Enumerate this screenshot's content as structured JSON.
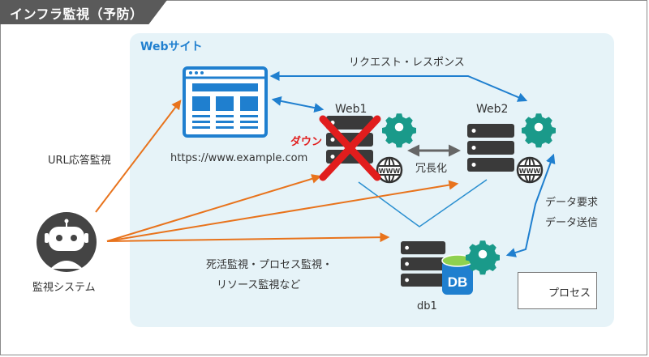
{
  "title": "インフラ監視（予防）",
  "website_label": "Webサイト",
  "request_response_label": "リクエスト・レスポンス",
  "web1_label": "Web1",
  "web2_label": "Web2",
  "down_label": "ダウン",
  "url_label": "https://www.example.com",
  "redundancy_label": "冗長化",
  "data_request_label": "データ要求",
  "data_send_label": "データ送信",
  "url_monitor_label": "URL応答監視",
  "monitoring_system_label": "監視システム",
  "alive_monitor_line1": "死活監視・プロセス監視・",
  "alive_monitor_line2": "リソース監視など",
  "db1_label": "db1",
  "db_badge": "DB",
  "www_label": "WWW",
  "legend_label": "プロセス",
  "colors": {
    "title_bg": "#5a5a5a",
    "website_bg": "#e6f3f8",
    "blue": "#1f7fcf",
    "orange": "#e8731c",
    "server": "#3a3a3a",
    "gear": "#1a9a8a",
    "down": "#e11d1d"
  }
}
